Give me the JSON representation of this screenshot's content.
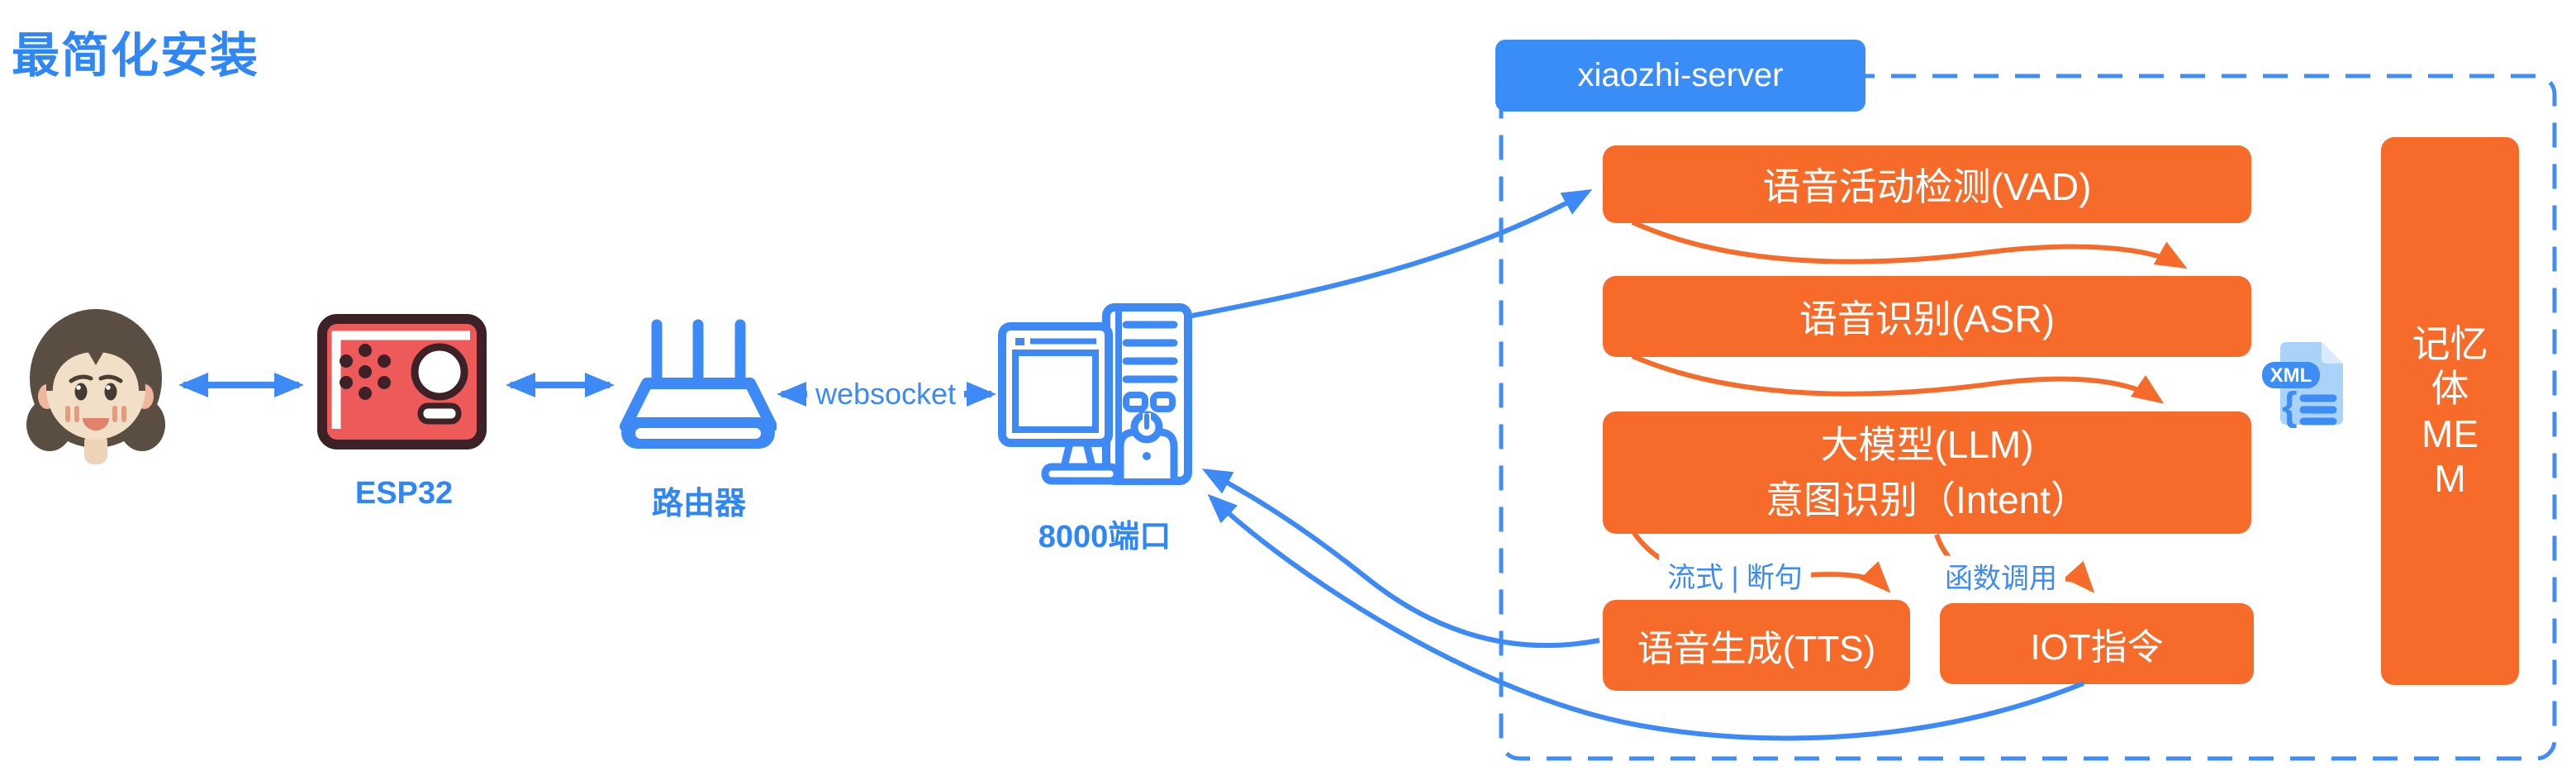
{
  "title": "最简化安装",
  "colors": {
    "blue": "#3d8af7",
    "orange": "#f76b2a",
    "tab_blue": "#3a8cf7",
    "device_red": "#ee5a5a"
  },
  "client": {
    "esp32_label": "ESP32",
    "router_label": "路由器",
    "port_label": "8000端口",
    "websocket_label": "websocket"
  },
  "server": {
    "tab_label": "xiaozhi-server",
    "vad_label": "语音活动检测(VAD)",
    "asr_label": "语音识别(ASR)",
    "llm_line1": "大模型(LLM)",
    "llm_line2": "意图识别（Intent）",
    "tts_label": "语音生成(TTS)",
    "iot_label": "IOT指令",
    "tts_edge_label": "流式 | 断句",
    "iot_edge_label": "函数调用",
    "mem_lines": [
      "记忆",
      "体",
      "ME",
      "M"
    ]
  },
  "icons": {
    "xml_badge_label": "XML",
    "xml_brace": "{"
  }
}
